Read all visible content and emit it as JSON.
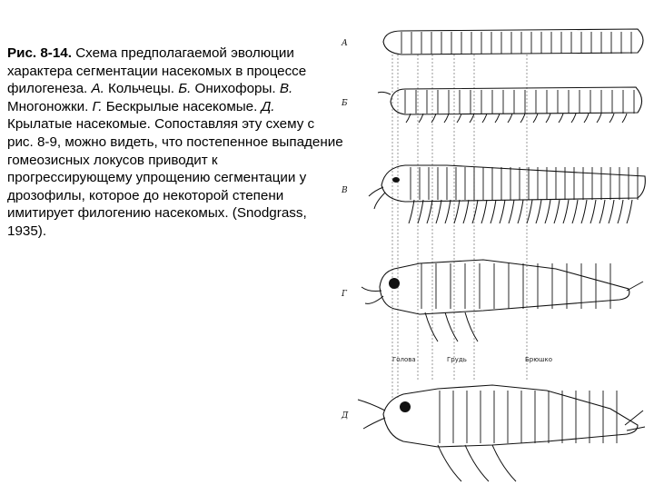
{
  "caption": {
    "prefix": "Рис. 8-14.",
    "part1": " Схема предполагаемой эволюции характера сегментации насекомых в процессе филогенеза. ",
    "a": "А.",
    "t_a": " Кольчецы. ",
    "b": "Б.",
    "t_b": " Онихофоры. ",
    "v": "В.",
    "t_v": " Многоножки. ",
    "g": "Г.",
    "t_g": " Бескрылые насекомые. ",
    "d": "Д.",
    "t_d": " Крылатые насекомые. Сопоставляя эту схему с рис. 8-9, можно видеть, что постепенное выпадение гомеозисных локусов приводит к прогрессирующему упрощению сегментации у дрозофилы, которое до некоторой степени имитирует филогению насекомых. (Snodgrass, 1935)."
  },
  "figure": {
    "row_labels": [
      "А",
      "Б",
      "В",
      "Г",
      "Д"
    ],
    "region_labels": {
      "head": "Голова",
      "thorax": "Грудь",
      "abdomen": "Брюшко"
    }
  }
}
